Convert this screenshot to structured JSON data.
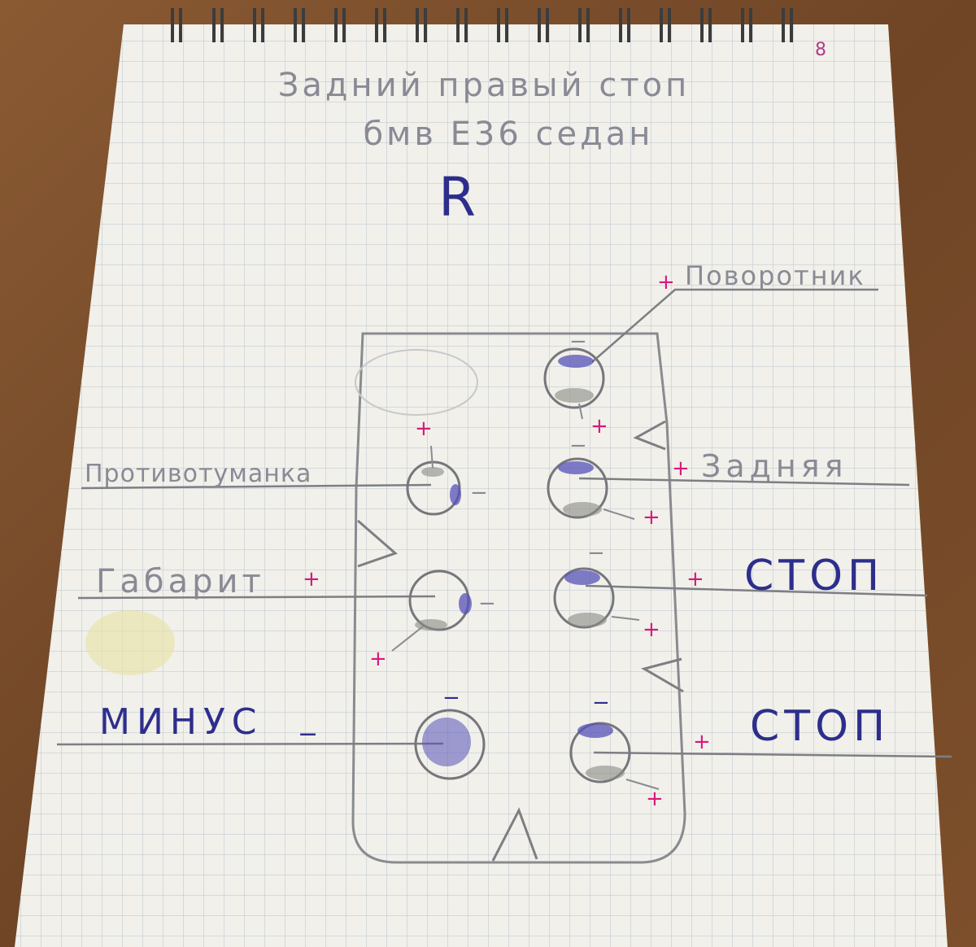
{
  "title": {
    "line1": "Задний правый стоп",
    "line2": "бмв Е36 седан"
  },
  "side_marker": "R",
  "labels": {
    "turn_signal": "Поворотник",
    "fog": "Противотуманка",
    "reverse": "Задняя",
    "parking": "Габарит",
    "stop_upper": "СТОП",
    "ground": "МИНУС",
    "stop_lower": "СТОП"
  },
  "signs": {
    "plus": "+",
    "minus": "−"
  },
  "corner_mark": "8",
  "colors": {
    "ink": "#2d2e8c",
    "pencil": "#8a8a96",
    "plus_marker": "#d6197a",
    "paper": "#f1f0ea",
    "grid": "#b9c3cf",
    "desk": "#7a4f2c"
  }
}
